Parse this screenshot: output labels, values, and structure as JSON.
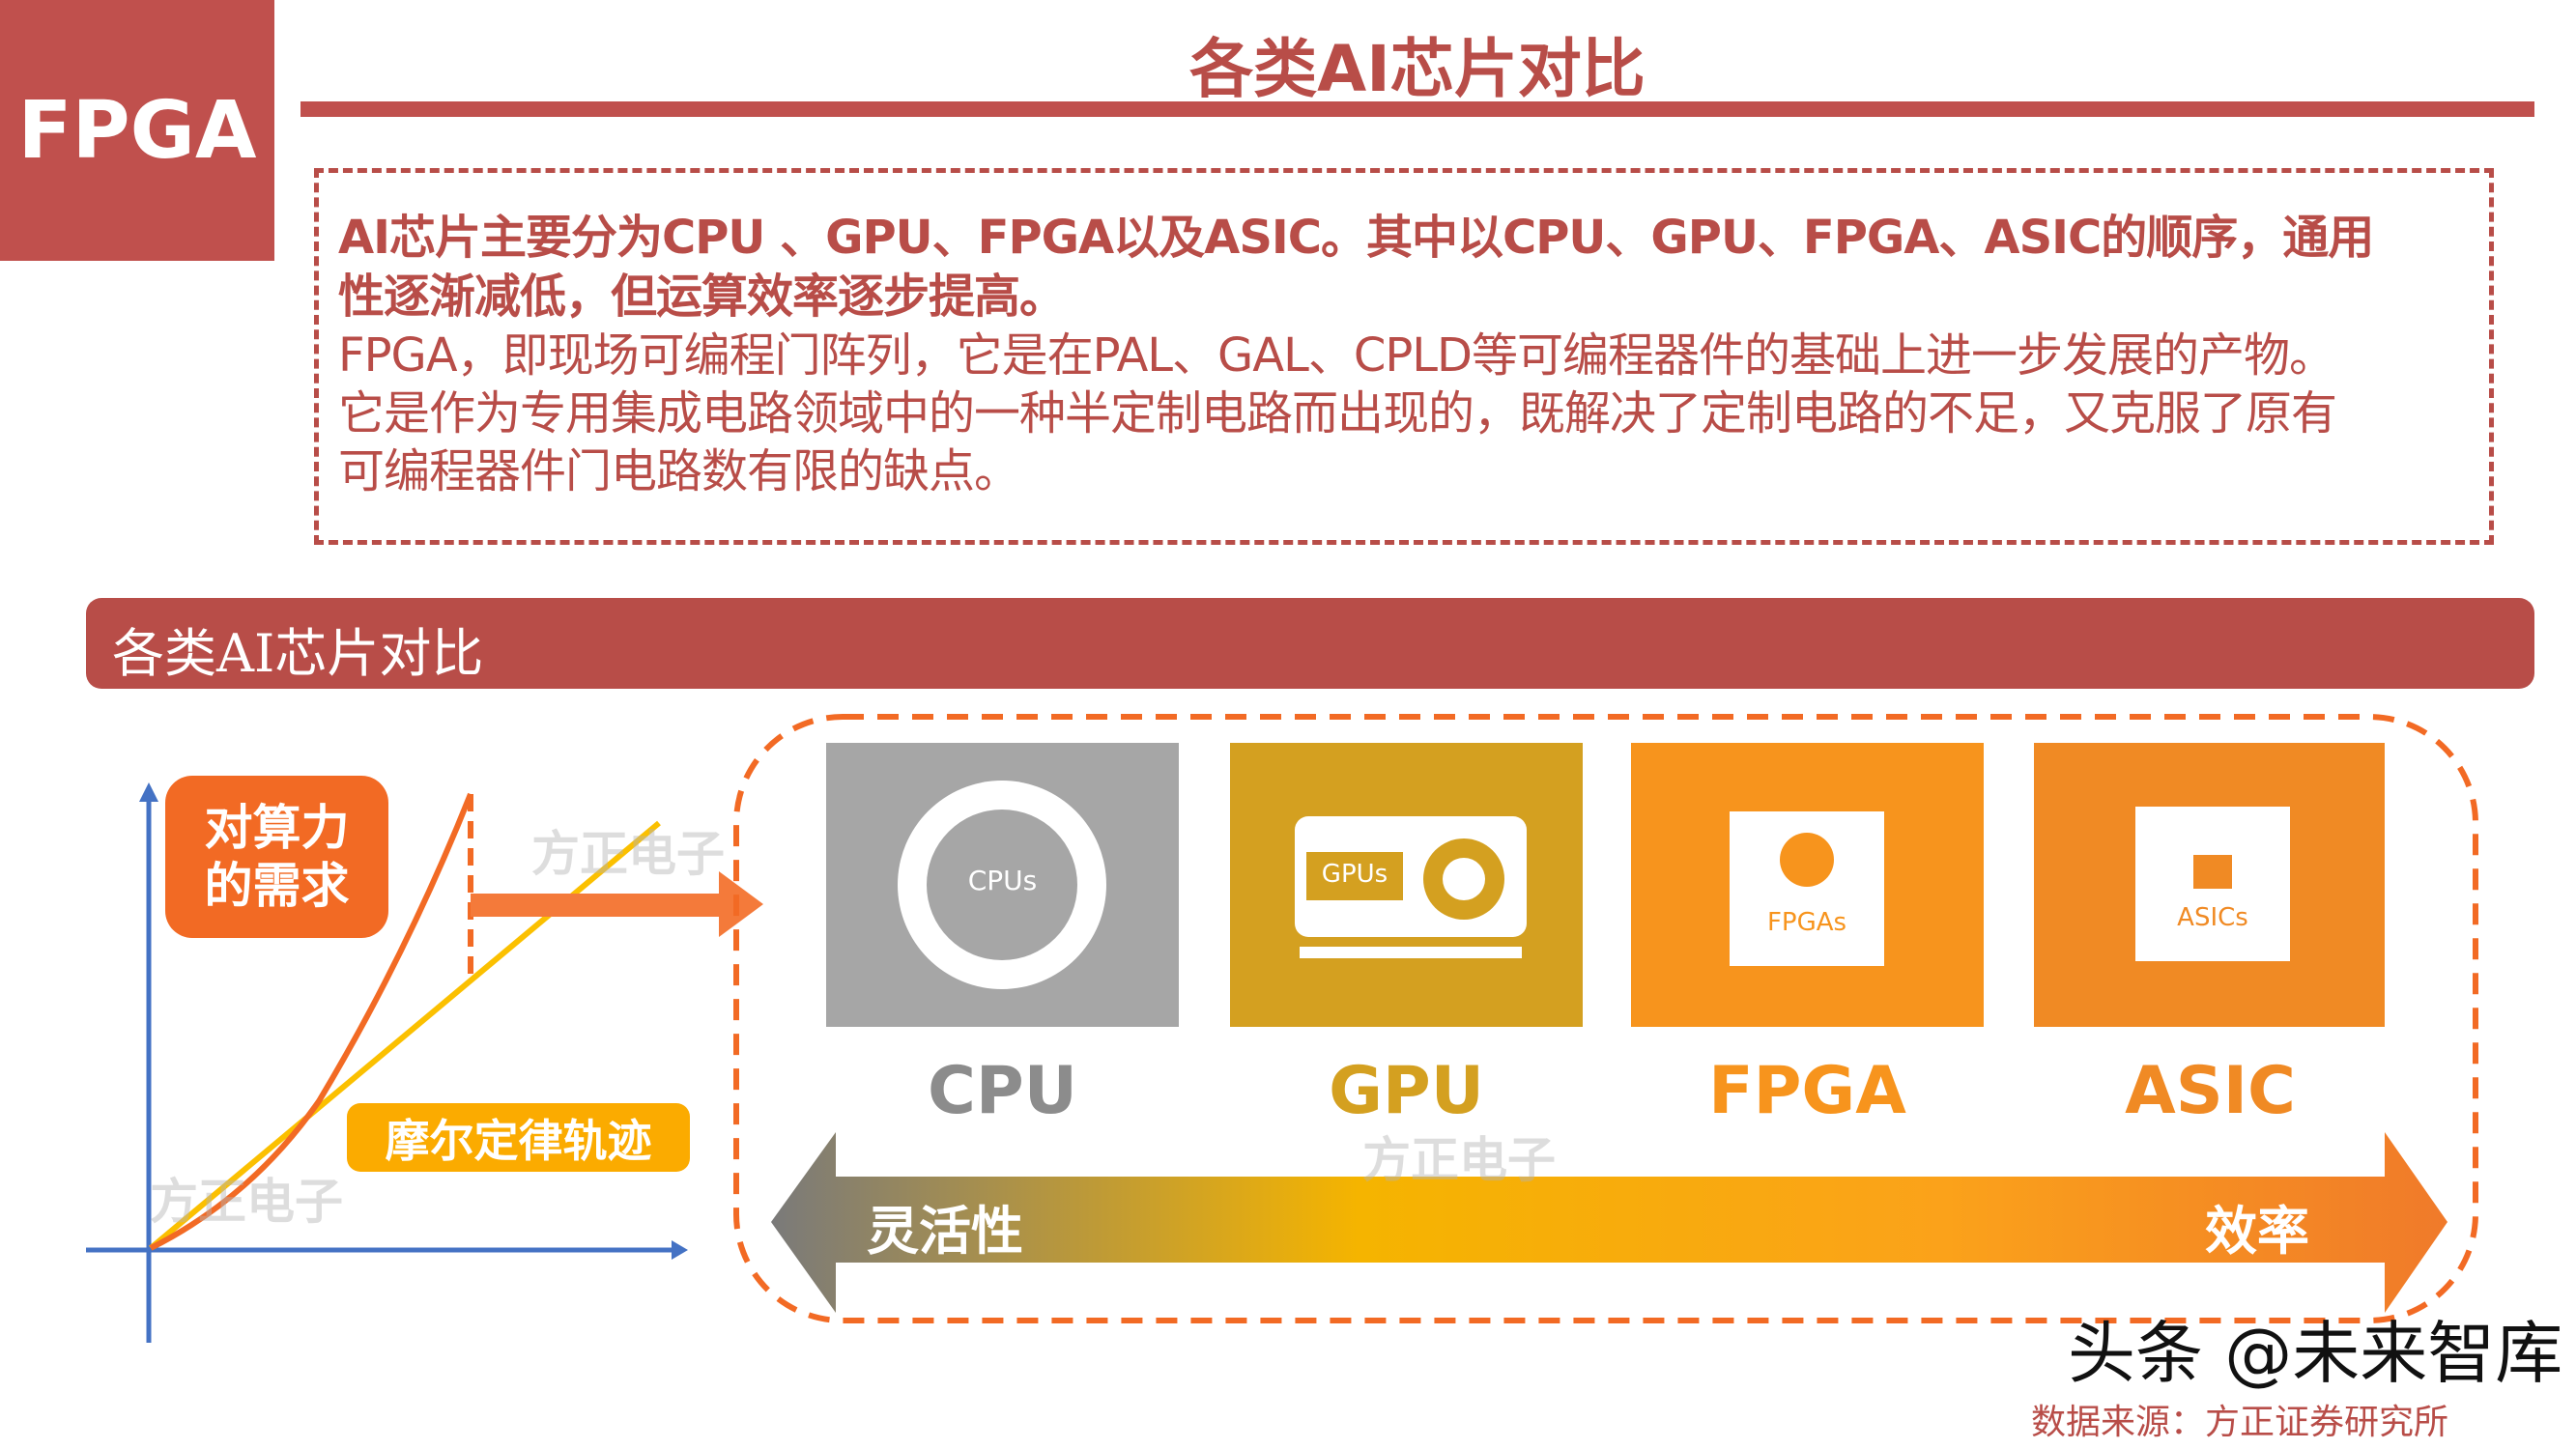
{
  "corner_label": "FPGA",
  "title": "各类AI芯片对比",
  "description": {
    "bold_lines": [
      "AI芯片主要分为CPU 、GPU、FPGA以及ASIC。其中以CPU、GPU、FPGA、ASIC的顺序，通用",
      "性逐渐减低，但运算效率逐步提高。"
    ],
    "lines": [
      "FPGA，即现场可编程门阵列，它是在PAL、GAL、CPLD等可编程器件的基础上进一步发展的产物。",
      "它是作为专用集成电路领域中的一种半定制电路而出现的，既解决了定制电路的不足，又克服了原有",
      "可编程器件门电路数有限的缺点。"
    ]
  },
  "banner": "各类AI芯片对比",
  "chart": {
    "demand_label_1": "对算力",
    "demand_label_2": "的需求",
    "moore_label": "摩尔定律轨迹",
    "demand_color": "#f26a24",
    "moore_color": "#fbc000",
    "axis_color": "#4472c4"
  },
  "chips": [
    {
      "label": "CPU",
      "icon_text": "CPUs",
      "icon": "cpu-chip-icon",
      "color": "#a6a6a6",
      "label_color": "#8c8c8c"
    },
    {
      "label": "GPU",
      "icon_text": "GPUs",
      "icon": "gpu-card-icon",
      "color": "#d4a020",
      "label_color": "#d4a020"
    },
    {
      "label": "FPGA",
      "icon_text": "FPGAs",
      "icon": "fpga-chip-icon",
      "color": "#f7941d",
      "label_color": "#f7941d"
    },
    {
      "label": "ASIC",
      "icon_text": "ASICs",
      "icon": "asic-lock-chip-icon",
      "color": "#f08a24",
      "label_color": "#f08a24"
    }
  ],
  "spectrum": {
    "left": "灵活性",
    "right": "效率"
  },
  "watermark": "方正电子",
  "toutiao": "头条 @未来智库",
  "source": "数据来源：方正证券研究所"
}
